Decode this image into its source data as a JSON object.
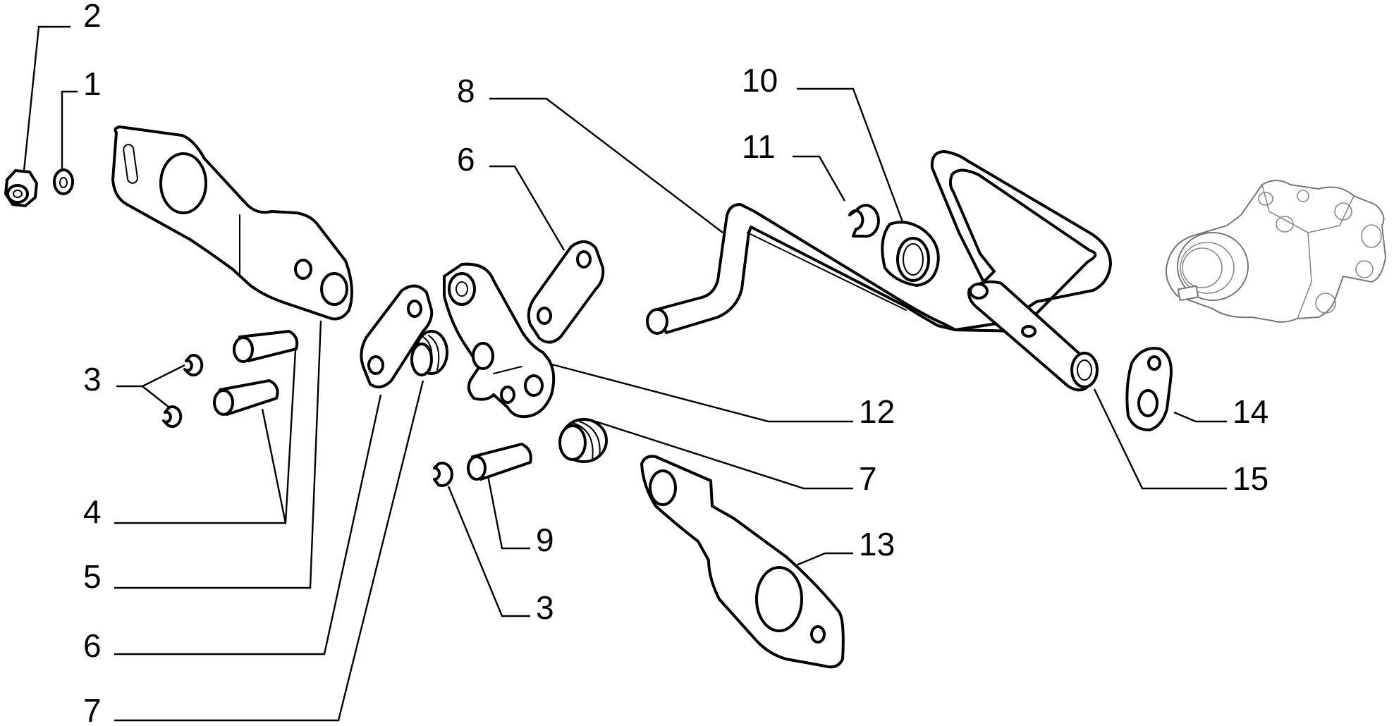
{
  "callouts": [
    {
      "id": "c-2",
      "text": "2"
    },
    {
      "id": "c-1",
      "text": "1"
    },
    {
      "id": "c-3a",
      "text": "3"
    },
    {
      "id": "c-4",
      "text": "4"
    },
    {
      "id": "c-5",
      "text": "5"
    },
    {
      "id": "c-6a",
      "text": "6"
    },
    {
      "id": "c-7a",
      "text": "7"
    },
    {
      "id": "c-8",
      "text": "8"
    },
    {
      "id": "c-6b",
      "text": "6"
    },
    {
      "id": "c-10",
      "text": "10"
    },
    {
      "id": "c-11",
      "text": "11"
    },
    {
      "id": "c-12",
      "text": "12"
    },
    {
      "id": "c-7b",
      "text": "7"
    },
    {
      "id": "c-9",
      "text": "9"
    },
    {
      "id": "c-3b",
      "text": "3"
    },
    {
      "id": "c-13",
      "text": "13"
    },
    {
      "id": "c-14",
      "text": "14"
    },
    {
      "id": "c-15",
      "text": "15"
    }
  ]
}
